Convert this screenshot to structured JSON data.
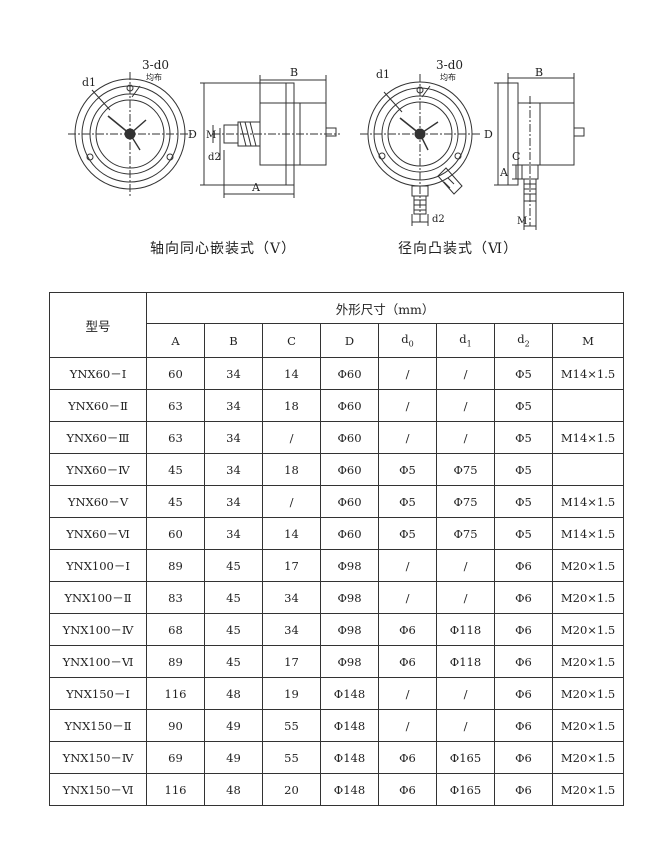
{
  "drawing_left": {
    "labels": {
      "d1": "d1",
      "d0": "3-d0",
      "note": "均布",
      "B": "B",
      "D": "D",
      "M": "M",
      "d2": "d2",
      "A": "A"
    },
    "caption": "轴向同心嵌装式（Ⅴ）"
  },
  "drawing_right": {
    "labels": {
      "d1": "d1",
      "d0": "3-d0",
      "note": "均布",
      "B": "B",
      "D": "D",
      "C": "C",
      "A": "A",
      "d2": "d2",
      "M": "M"
    },
    "caption": "径向凸装式（Ⅵ）"
  },
  "table": {
    "model_header": "型号",
    "dims_header": "外形尺寸（mm）",
    "columns": [
      {
        "main": "A",
        "sub": ""
      },
      {
        "main": "B",
        "sub": ""
      },
      {
        "main": "C",
        "sub": ""
      },
      {
        "main": "D",
        "sub": ""
      },
      {
        "main": "d",
        "sub": "0"
      },
      {
        "main": "d",
        "sub": "1"
      },
      {
        "main": "d",
        "sub": "2"
      },
      {
        "main": "M",
        "sub": ""
      }
    ],
    "rows": [
      [
        "YNX60－Ⅰ",
        "60",
        "34",
        "14",
        "Φ60",
        "/",
        "/",
        "Φ5",
        "M14×1.5"
      ],
      [
        "YNX60－Ⅱ",
        "63",
        "34",
        "18",
        "Φ60",
        "/",
        "/",
        "Φ5",
        ""
      ],
      [
        "YNX60－Ⅲ",
        "63",
        "34",
        "/",
        "Φ60",
        "/",
        "/",
        "Φ5",
        "M14×1.5"
      ],
      [
        "YNX60－Ⅳ",
        "45",
        "34",
        "18",
        "Φ60",
        "Φ5",
        "Φ75",
        "Φ5",
        ""
      ],
      [
        "YNX60－Ⅴ",
        "45",
        "34",
        "/",
        "Φ60",
        "Φ5",
        "Φ75",
        "Φ5",
        "M14×1.5"
      ],
      [
        "YNX60－Ⅵ",
        "60",
        "34",
        "14",
        "Φ60",
        "Φ5",
        "Φ75",
        "Φ5",
        "M14×1.5"
      ],
      [
        "YNX100－Ⅰ",
        "89",
        "45",
        "17",
        "Φ98",
        "/",
        "/",
        "Φ6",
        "M20×1.5"
      ],
      [
        "YNX100－Ⅱ",
        "83",
        "45",
        "34",
        "Φ98",
        "/",
        "/",
        "Φ6",
        "M20×1.5"
      ],
      [
        "YNX100－Ⅳ",
        "68",
        "45",
        "34",
        "Φ98",
        "Φ6",
        "Φ118",
        "Φ6",
        "M20×1.5"
      ],
      [
        "YNX100－Ⅵ",
        "89",
        "45",
        "17",
        "Φ98",
        "Φ6",
        "Φ118",
        "Φ6",
        "M20×1.5"
      ],
      [
        "YNX150－Ⅰ",
        "116",
        "48",
        "19",
        "Φ148",
        "/",
        "/",
        "Φ6",
        "M20×1.5"
      ],
      [
        "YNX150－Ⅱ",
        "90",
        "49",
        "55",
        "Φ148",
        "/",
        "/",
        "Φ6",
        "M20×1.5"
      ],
      [
        "YNX150－Ⅳ",
        "69",
        "49",
        "55",
        "Φ148",
        "Φ6",
        "Φ165",
        "Φ6",
        "M20×1.5"
      ],
      [
        "YNX150－Ⅵ",
        "116",
        "48",
        "20",
        "Φ148",
        "Φ6",
        "Φ165",
        "Φ6",
        "M20×1.5"
      ]
    ]
  }
}
